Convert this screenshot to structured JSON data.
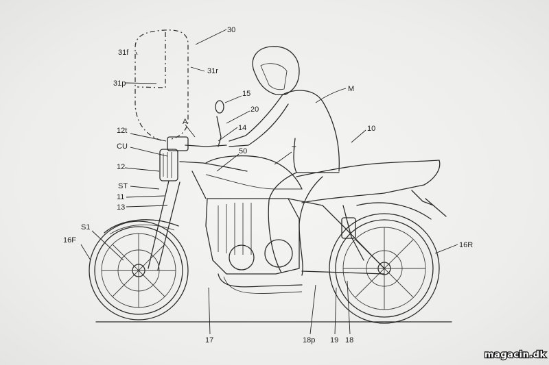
{
  "labels": {
    "l30": "30",
    "l31f": "31f",
    "l31r": "31r",
    "l31p": "31p",
    "l15": "15",
    "l20": "20",
    "lM": "M",
    "lA": "A",
    "l14": "14",
    "l10": "10",
    "l12t": "12t",
    "lCU": "CU",
    "l50": "50",
    "lT": "T",
    "l12": "12",
    "lST": "ST",
    "l11": "11",
    "l13": "13",
    "lS1": "S1",
    "l16F": "16F",
    "l16R": "16R",
    "l17": "17",
    "l18p": "18p",
    "l19": "19",
    "l18": "18"
  },
  "watermark": "magacin.dk",
  "colors": {
    "background": "#f1f1ef",
    "ink": "#2a2a2a"
  }
}
